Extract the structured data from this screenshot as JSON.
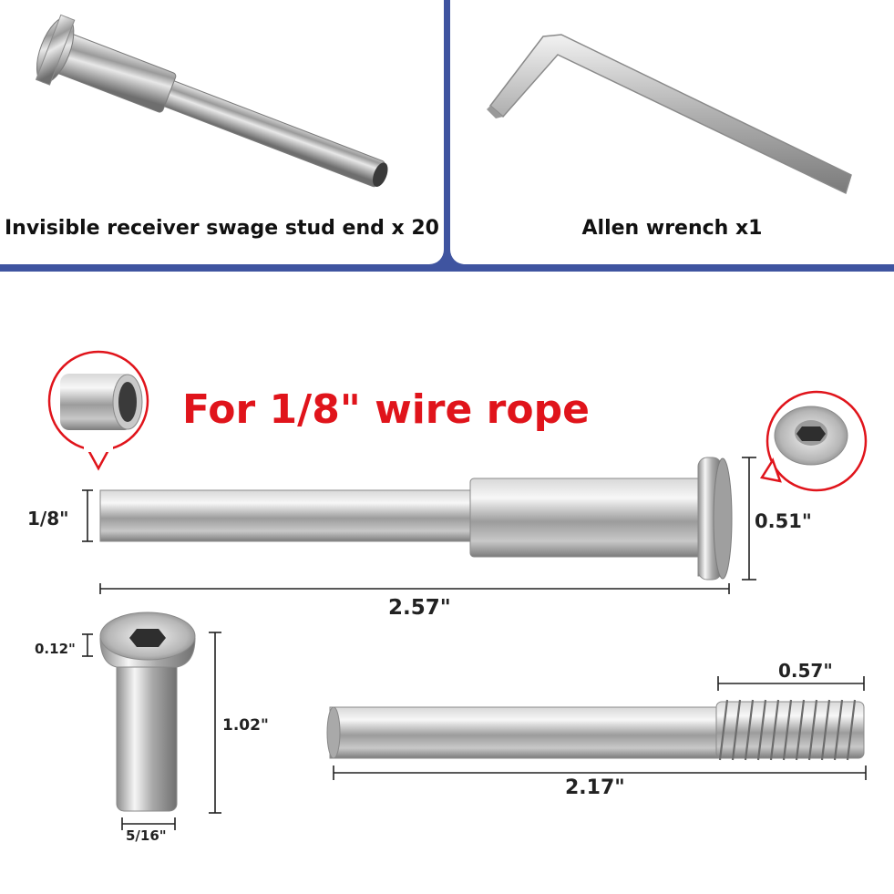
{
  "captions": {
    "swage_stud": "Invisible receiver swage stud end x 20",
    "allen_wrench": "Allen wrench x1"
  },
  "headline": "For 1/8\" wire rope",
  "dimensions": {
    "wire_dia": "1/8\"",
    "head_dia": "0.51\"",
    "total_length": "2.57\"",
    "cap_head": "0.12\"",
    "cap_length": "1.02\"",
    "cap_dia": "5/16\"",
    "thread_length": "0.57\"",
    "stud_length": "2.17\""
  },
  "colors": {
    "headline": "#e0141b",
    "band": "#3f54a0"
  }
}
